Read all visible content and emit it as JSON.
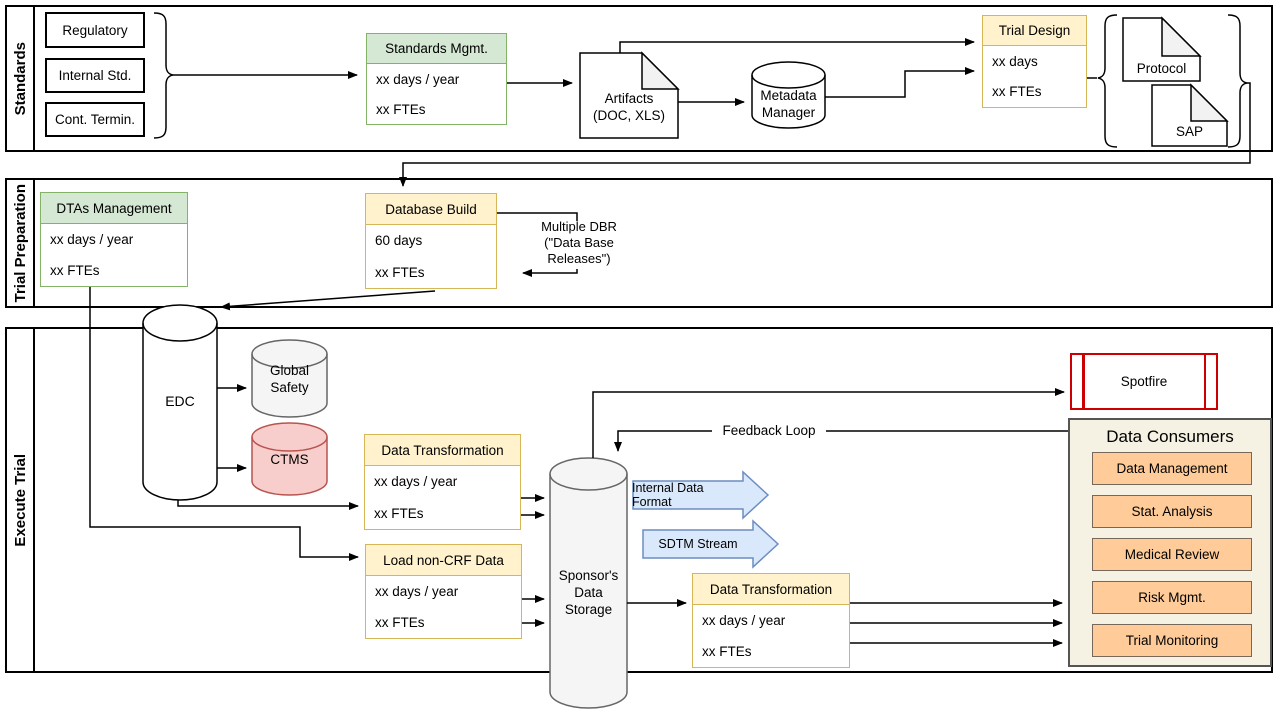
{
  "lanes": [
    {
      "label": "Standards"
    },
    {
      "label": "Trial Preparation"
    },
    {
      "label": "Execute Trial"
    }
  ],
  "standards": {
    "sources": [
      "Regulatory",
      "Internal Std.",
      "Cont. Termin."
    ],
    "standards_mgmt": {
      "title": "Standards Mgmt.",
      "row1": "xx days / year",
      "row2": "xx FTEs"
    },
    "artifacts": {
      "line1": "Artifacts",
      "line2": "(DOC, XLS)"
    },
    "metadata_manager": {
      "line1": "Metadata",
      "line2": "Manager"
    },
    "trial_design": {
      "title": "Trial Design",
      "row1": "xx days",
      "row2": "xx FTEs"
    },
    "protocol_label": "Protocol",
    "sap_label": "SAP"
  },
  "trial_preparation": {
    "dtas": {
      "title": "DTAs Management",
      "row1": "xx days / year",
      "row2": "xx FTEs"
    },
    "database_build": {
      "title": "Database Build",
      "row1": "60 days",
      "row2": "xx FTEs"
    },
    "multiple_dbr": {
      "line1": "Multiple DBR",
      "line2": "(\"Data Base",
      "line3": "Releases\")"
    }
  },
  "execute_trial": {
    "edc_label": "EDC",
    "global_safety": {
      "line1": "Global",
      "line2": "Safety"
    },
    "ctms_label": "CTMS",
    "data_transformation_1": {
      "title": "Data Transformation",
      "row1": "xx days / year",
      "row2": "xx FTEs"
    },
    "load_non_crf": {
      "title": "Load non-CRF Data",
      "row1": "xx days / year",
      "row2": "xx FTEs"
    },
    "sponsor_storage": {
      "line1": "Sponsor's",
      "line2": "Data",
      "line3": "Storage"
    },
    "internal_data_format_label": "Internal Data Format",
    "sdtm_stream_label": "SDTM Stream",
    "feedback_loop_label": "Feedback Loop",
    "data_transformation_2": {
      "title": "Data Transformation",
      "row1": "xx days / year",
      "row2": "xx FTEs"
    },
    "spotfire_label": "Spotfire",
    "data_consumers": {
      "title": "Data Consumers",
      "items": [
        "Data Management",
        "Stat. Analysis",
        "Medical Review",
        "Risk Mgmt.",
        "Trial Monitoring"
      ]
    }
  },
  "colors": {
    "green_fill": "#d5e8d4",
    "green_stroke": "#82b366",
    "yellow_fill": "#fff2cc",
    "yellow_stroke": "#d6b656",
    "orange_fill": "#ffcc99",
    "red_fill": "#f8cecc",
    "red_stroke": "#b85450",
    "gray_fill": "#f5f5f5",
    "blue_fill": "#dae8fc",
    "blue_stroke": "#6c8ebf",
    "spotfire_stroke": "#cc0000",
    "panel_fill": "#f5f2e3"
  }
}
